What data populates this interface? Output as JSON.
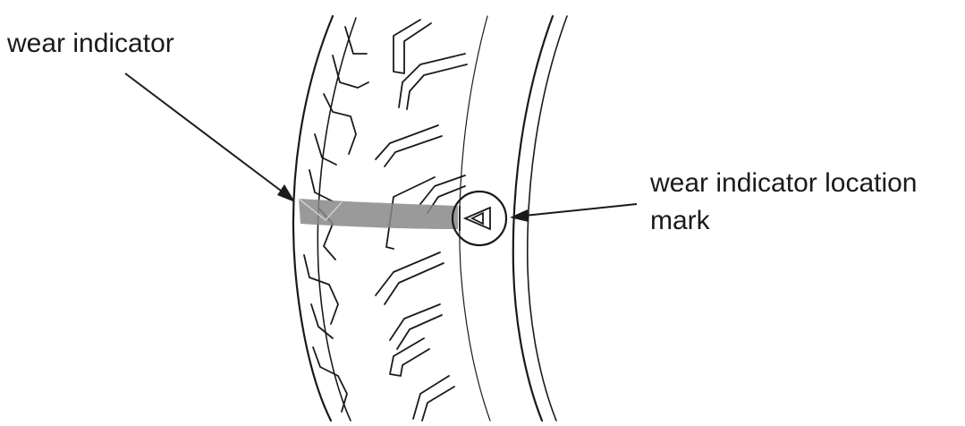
{
  "labels": {
    "wear_indicator": "wear indicator",
    "location_mark_line1": "wear indicator location",
    "location_mark_line2": "mark"
  },
  "colors": {
    "ink": "#1a1a1a",
    "band": "#888888",
    "background": "#ffffff"
  },
  "icons": [
    "triangle-mark-icon"
  ]
}
